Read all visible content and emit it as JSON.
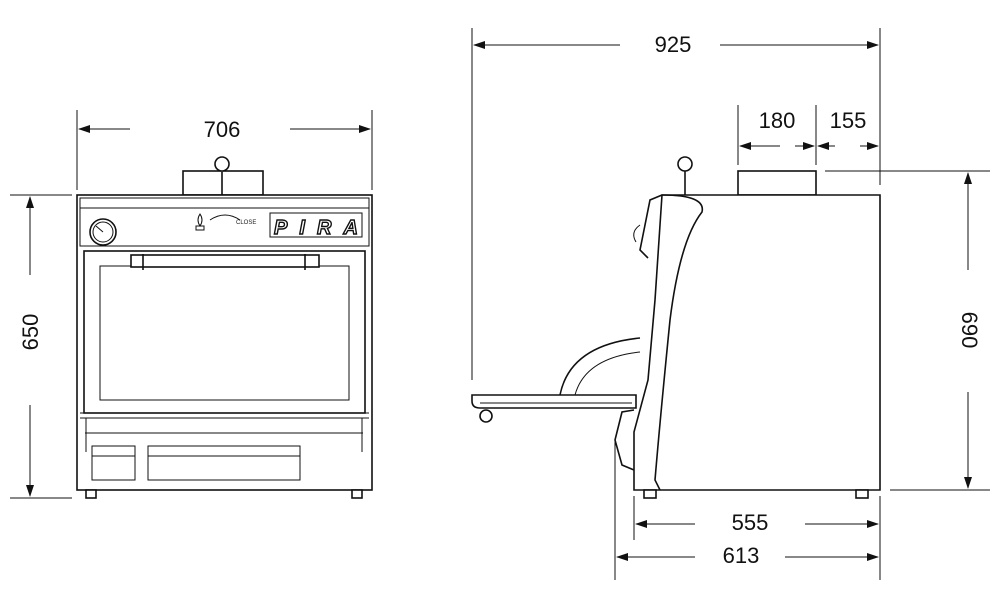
{
  "dimensions": {
    "front_width": "706",
    "front_height": "650",
    "side_total_depth": "925",
    "chimney_width": "180",
    "chimney_offset": "155",
    "side_height": "690",
    "body_depth": "555",
    "base_depth": "613"
  },
  "labels": {
    "brand": "PIRA",
    "close": "CLOSE"
  },
  "colors": {
    "line": "#111111",
    "background": "#ffffff"
  }
}
